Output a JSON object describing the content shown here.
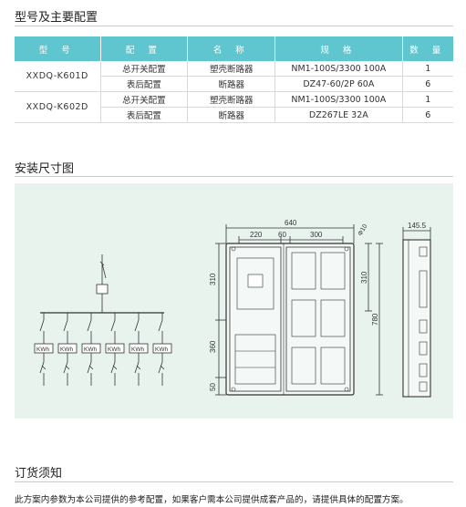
{
  "sections": {
    "model_config": "型号及主要配置",
    "install_dims": "安装尺寸图",
    "order_notes": "订货须知"
  },
  "table": {
    "headers": [
      "型 号",
      "配 置",
      "名 称",
      "规 格",
      "数 量"
    ],
    "groups": [
      {
        "model": "XXDQ-K601D",
        "rows": [
          {
            "config": "总开关配置",
            "name": "塑壳断路器",
            "spec": "NM1-100S/3300 100A",
            "qty": "1"
          },
          {
            "config": "表后配置",
            "name": "断路器",
            "spec": "DZ47-60/2P 60A",
            "qty": "6"
          }
        ]
      },
      {
        "model": "XXDQ-K602D",
        "rows": [
          {
            "config": "总开关配置",
            "name": "塑壳断路器",
            "spec": "NM1-100S/3300 100A",
            "qty": "1"
          },
          {
            "config": "表后配置",
            "name": "断路器",
            "spec": "DZ267LE 32A",
            "qty": "6"
          }
        ]
      }
    ]
  },
  "drawing": {
    "meter_label": "KWh",
    "front_dims": {
      "total_width": "640",
      "w1": "220",
      "w2": "60",
      "w3": "300",
      "hole": "Φ10",
      "h_left_top": "310",
      "h_left_mid": "360",
      "h_left_bottom": "50",
      "h_right_top": "310",
      "total_height": "780"
    },
    "side_dims": {
      "depth": "145.5"
    }
  },
  "note_text": "此方案内参数为本公司提供的参考配置，如果客户需本公司提供成套产品的，请提供具体的配置方案。"
}
